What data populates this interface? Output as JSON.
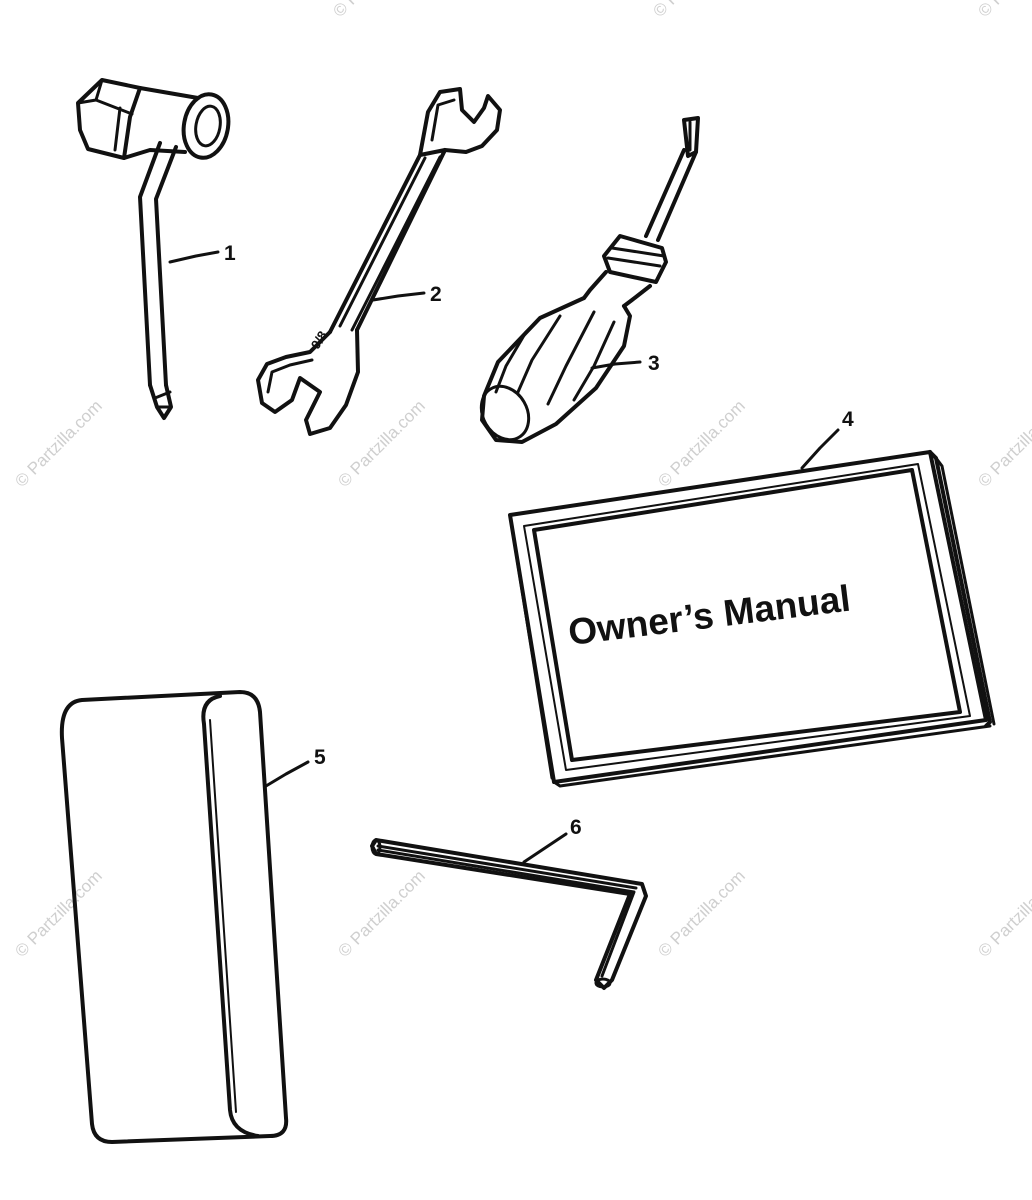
{
  "watermark": "© Partzilla.com",
  "manual_cover_text": "Owner’s Manual",
  "wrench_marking": "9/8",
  "callouts": [
    {
      "number": "1",
      "part": "socket-wrench"
    },
    {
      "number": "2",
      "part": "open-end-wrench"
    },
    {
      "number": "3",
      "part": "screwdriver"
    },
    {
      "number": "4",
      "part": "owners-manual"
    },
    {
      "number": "5",
      "part": "tool-pouch"
    },
    {
      "number": "6",
      "part": "hex-key"
    }
  ]
}
